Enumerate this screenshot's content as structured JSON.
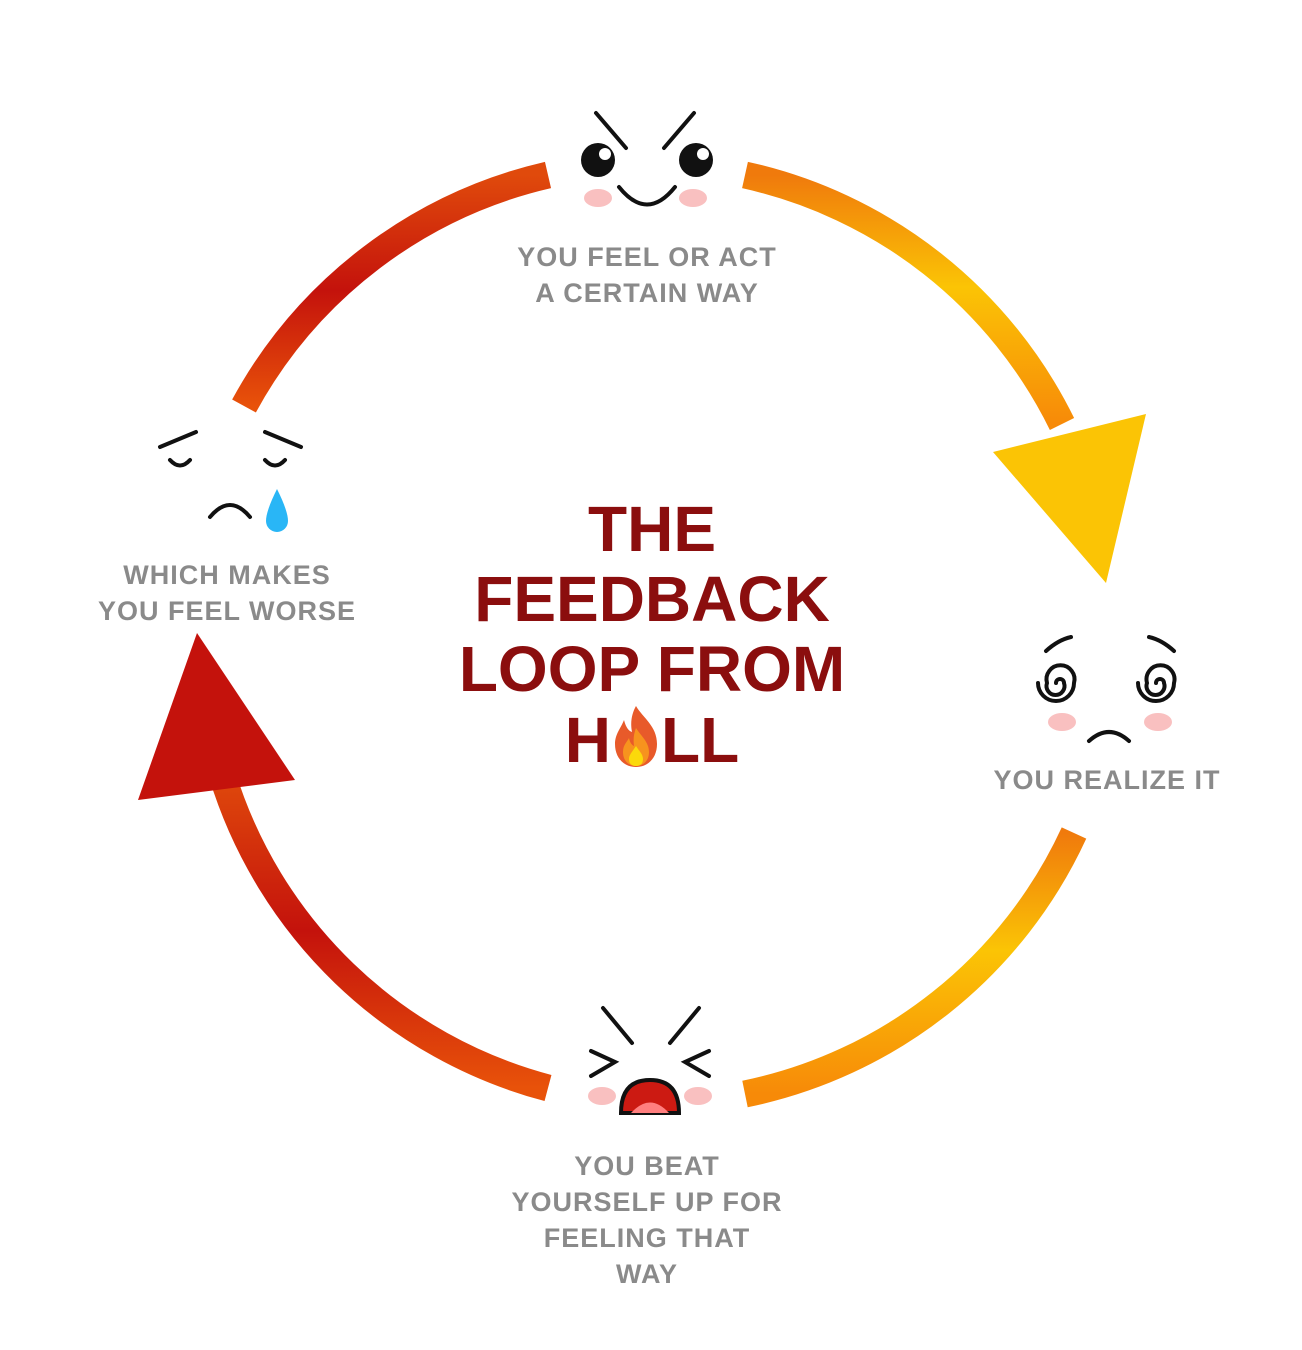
{
  "title": {
    "line1": "THE",
    "line2": "FEEDBACK",
    "line3": "LOOP FROM",
    "line4_start": "H",
    "line4_end": "LL",
    "flame_icon": "fire-icon"
  },
  "steps": [
    {
      "lines": [
        "YOU FEEL OR ACT",
        "A CERTAIN WAY"
      ],
      "face": "determined-face-icon"
    },
    {
      "lines": [
        "YOU REALIZE IT"
      ],
      "face": "dizzy-face-icon"
    },
    {
      "lines": [
        "YOU BEAT",
        "YOURSELF UP FOR",
        "FEELING THAT",
        "WAY"
      ],
      "face": "crying-out-face-icon"
    },
    {
      "lines": [
        "WHICH MAKES",
        "YOU FEEL WORSE"
      ],
      "face": "sad-tear-face-icon"
    }
  ],
  "colors": {
    "title": "#8b0e0e",
    "label": "#8a8a8a",
    "arrow_red": "#c4120c",
    "arrow_orange": "#f57c00",
    "arrow_yellow": "#fbc405",
    "blush": "#f9c0c0",
    "tear": "#29b6f6"
  }
}
